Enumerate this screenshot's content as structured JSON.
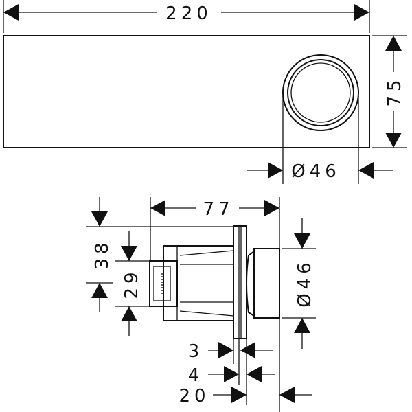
{
  "top_view": {
    "width_dim": "220",
    "height_dim": "75",
    "knob_dim": "Ø46"
  },
  "side_view": {
    "depth_dim": "77",
    "outer_height_dim": "38",
    "inner_height_dim": "29",
    "knob_dim": "Ø46",
    "plate_dim": "3",
    "gap_dim": "4",
    "knob_depth_dim": "20"
  }
}
